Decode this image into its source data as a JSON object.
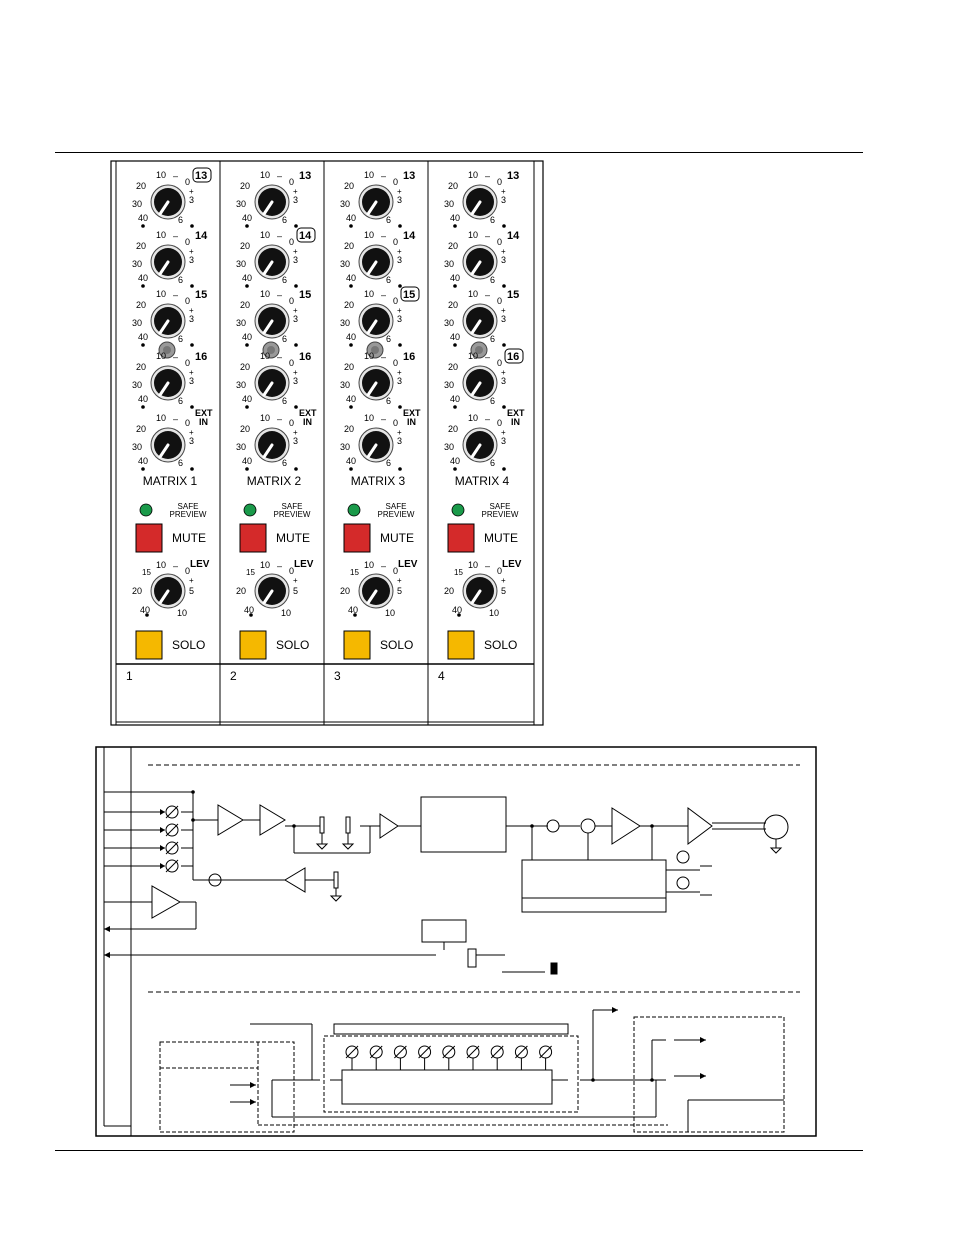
{
  "strips": [
    {
      "name": "MATRIX 1",
      "number": "1",
      "highlight_send": 0
    },
    {
      "name": "MATRIX 2",
      "number": "2",
      "highlight_send": 1
    },
    {
      "name": "MATRIX 3",
      "number": "3",
      "highlight_send": 2
    },
    {
      "name": "MATRIX 4",
      "number": "4",
      "highlight_send": 3
    }
  ],
  "send_knobs": [
    {
      "label": "13"
    },
    {
      "label": "14"
    },
    {
      "label": "15"
    },
    {
      "label": "16"
    }
  ],
  "ext_knob": {
    "label_top": "EXT",
    "label_bottom": "IN"
  },
  "send_scale": {
    "s10": "10",
    "s20": "20",
    "s30": "30",
    "s40": "40",
    "dash": "–",
    "s0": "0",
    "plus": "+",
    "s3": "3",
    "s6": "6"
  },
  "lev_knob": {
    "label": "LEV",
    "s15": "15",
    "s10": "10",
    "s20": "20",
    "s40": "40",
    "dash": "–",
    "s0": "0",
    "plus": "+",
    "s5": "5",
    "s10b": "10"
  },
  "safe_preview": {
    "line1": "SAFE",
    "line2": "PREVIEW"
  },
  "mute_label": "MUTE",
  "solo_label": "SOLO",
  "colors": {
    "led": "#1a9a4a",
    "mute": "#d42a2a",
    "solo": "#f5b800",
    "knob": "#111111"
  }
}
